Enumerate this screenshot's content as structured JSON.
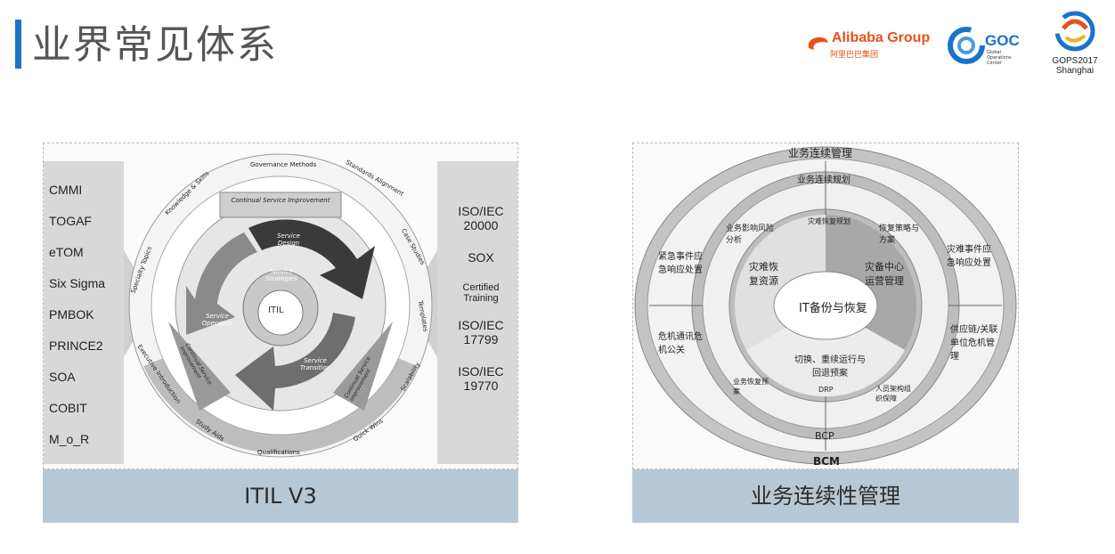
{
  "header": {
    "title": "业界常见体系",
    "accent_color": "#1a73c9"
  },
  "logos": {
    "alibaba": {
      "main": "Alibaba Group",
      "sub": "阿里巴巴集团"
    },
    "goc": {
      "main": "GOC",
      "sub": "Global Operations Center"
    },
    "gops": {
      "line1": "GOPS2017",
      "line2": "Shanghai"
    }
  },
  "left_panel": {
    "caption": "ITIL V3",
    "left_list": [
      "CMMI",
      "TOGAF",
      "eTOM",
      "Six Sigma",
      "PMBOK",
      "PRINCE2",
      "SOA",
      "COBIT",
      "M_o_R"
    ],
    "right_list": [
      "ISO/IEC 20000",
      "SOX",
      "Certified Training",
      "ISO/IEC 17799",
      "ISO/IEC 19770"
    ],
    "ring_labels": {
      "governance": "Governance Methods",
      "standards": "Standards Alignment",
      "knowledge": "Knowledge & Skills",
      "case": "Case Studies",
      "specialty": "Specialty Topics",
      "templates": "Templates",
      "executive": "Executive Introduction",
      "scalability": "Scalability",
      "study": "Study Aids",
      "quick": "Quick Wins",
      "qualifications": "Qualifications"
    },
    "inner_labels": {
      "csi_top": "Continual Service Improvement",
      "design": "Service Design",
      "strategies": "Service Strategies",
      "operation": "Service Operation",
      "transition": "Service Transition",
      "center": "ITIL",
      "csi_left": "Continual Service Improvement",
      "csi_right": "Continual Service Improvement"
    }
  },
  "right_panel": {
    "caption": "业务连续性管理",
    "labels": {
      "outer_top": "业务连续管理",
      "planning": "业务连续规划",
      "drp_top": "灾难恢复规划",
      "impact": "业务影响风险分析",
      "strategy": "恢复策略与方案",
      "emergency": "紧急事件应急响应处置",
      "disaster_event": "灾难事件应急响应处置",
      "resources": "灾难恢复资源",
      "center_ops": "灾备中心运营管理",
      "core": "IT备份与恢复",
      "notify": "危机通讯危机公关",
      "supply": "供应链/关联单位危机管理",
      "switch": "切换、重续运行与回退预案",
      "recovery_plan": "业务恢复预案",
      "staff": "人员架构组织保障",
      "drp": "DRP",
      "bcp": "BCP",
      "bcm": "BCM"
    }
  }
}
